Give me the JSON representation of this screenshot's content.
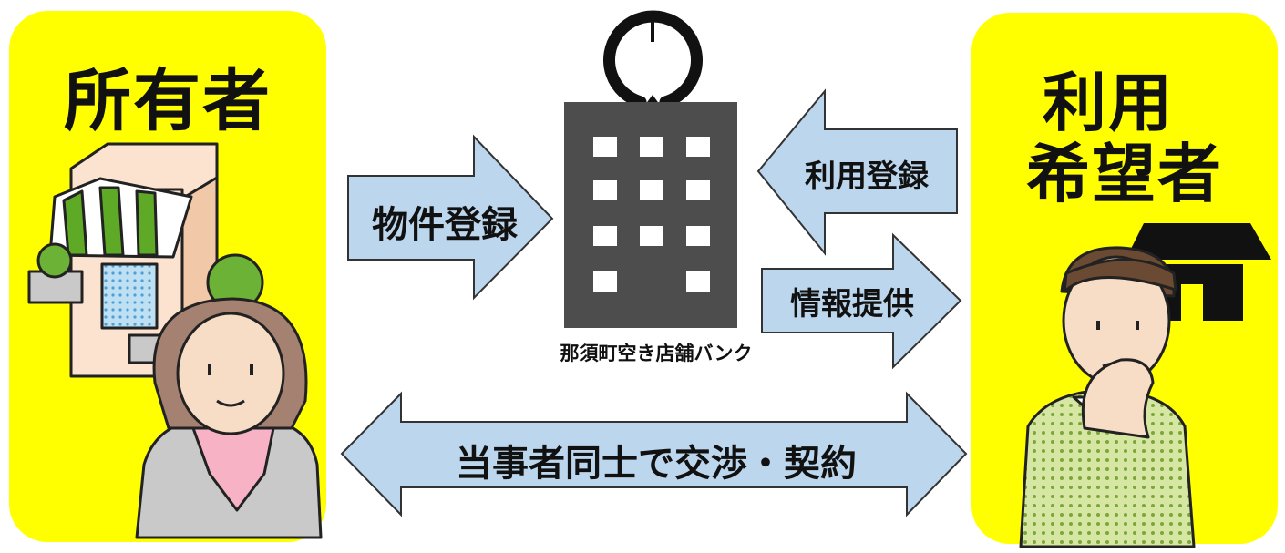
{
  "owner": {
    "title": "所有者"
  },
  "user": {
    "title_line1": "利用",
    "title_line2": "希望者"
  },
  "arrows": {
    "property_registration": "物件登録",
    "user_registration": "利用登録",
    "information": "情報提供",
    "negotiation": "当事者同士で交渉・契約"
  },
  "bank": {
    "caption": "那須町空き店舗バンク"
  },
  "colors": {
    "panel": "#ffff00",
    "arrow_fill": "#bcd6ed",
    "building": "#4d4d4d",
    "shop_awning_green": "#5eaa26"
  },
  "icons": [
    "shop-icon",
    "woman-icon",
    "man-thinking-icon",
    "building-icon",
    "town-emblem-icon",
    "store-awning-icon"
  ]
}
